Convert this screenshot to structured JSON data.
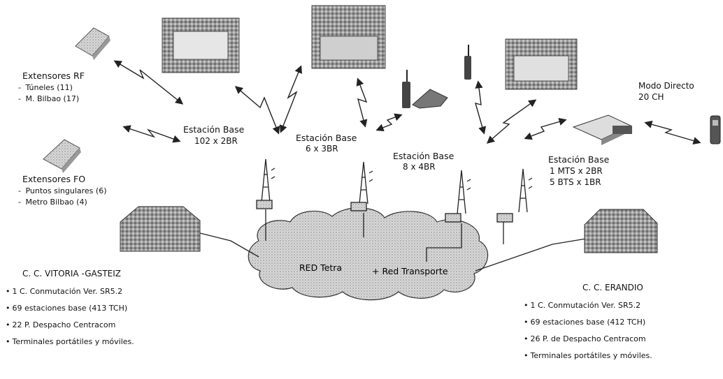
{
  "extensores_rf": {
    "title": "Extensores RF",
    "items": [
      "Túneles (11)",
      "M. Bilbao (17)"
    ]
  },
  "extensores_fo": {
    "title": "Extensores FO",
    "items": [
      "Puntos singulares (6)",
      "Metro Bilbao (4)"
    ]
  },
  "base_stations": [
    {
      "label": "Estación Base",
      "detail": "102 x 2BR"
    },
    {
      "label": "Estación Base",
      "detail": "6 x 3BR"
    },
    {
      "label": "Estación Base",
      "detail": "8 x 4BR"
    },
    {
      "label": "Estación Base",
      "detail": "1 MTS x 2BR",
      "detail2": "5 BTS x 1BR"
    }
  ],
  "modo_directo": {
    "line1": "Modo Directo",
    "line2": "20 CH"
  },
  "cloud": {
    "label1": "RED Tetra",
    "label2": "+ Red Transporte"
  },
  "cc_vitoria": {
    "title": "C. C. VITORIA -GASTEIZ",
    "items": [
      "1 C. Conmutación Ver. SR5.2",
      "69 estaciones base (413 TCH)",
      "22 P. Despacho Centracom",
      "Terminales portátiles y móviles."
    ]
  },
  "cc_erandio": {
    "title": "C. C. ERANDIO",
    "items": [
      "1 C. Conmutación Ver. SR5.2",
      "69 estaciones base (412 TCH)",
      "26 P. de Despacho Centracom",
      "Terminales portátiles y móviles."
    ]
  }
}
